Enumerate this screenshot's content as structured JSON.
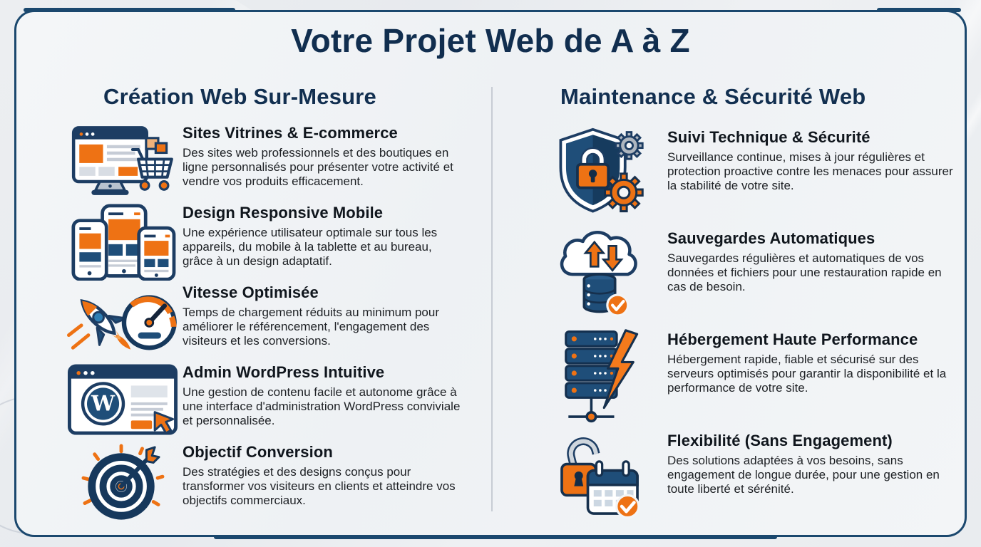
{
  "page_title": "Votre Projet Web de A à Z",
  "columns": [
    {
      "heading": "Création Web Sur-Mesure",
      "items": [
        {
          "icon": "monitor-cart",
          "title": "Sites Vitrines & E-commerce",
          "description": "Des sites web professionnels et des boutiques en ligne personnalisés pour présenter votre activité et vendre vos produits efficacement."
        },
        {
          "icon": "responsive-devices",
          "title": "Design Responsive Mobile",
          "description": "Une expérience utilisateur optimale sur tous les appareils, du mobile à la tablette et au bureau, grâce à un design adaptatif."
        },
        {
          "icon": "rocket-speedometer",
          "title": "Vitesse Optimisée",
          "description": "Temps de chargement réduits au minimum pour améliorer le référencement, l'engagement des visiteurs et les conversions."
        },
        {
          "icon": "wordpress-admin",
          "title": "Admin WordPress Intuitive",
          "description": "Une gestion de contenu facile et autonome grâce à une interface d'administration WordPress conviviale et personnalisée."
        },
        {
          "icon": "target-arrow",
          "title": "Objectif Conversion",
          "description": "Des stratégies et des designs conçus pour transformer vos visiteurs en clients et atteindre vos objectifs commerciaux."
        }
      ]
    },
    {
      "heading": "Maintenance & Sécurité Web",
      "items": [
        {
          "icon": "shield-lock-gears",
          "title": "Suivi Technique & Sécurité",
          "description": "Surveillance continue, mises à jour régulières et protection proactive contre les menaces pour assurer la stabilité de votre site."
        },
        {
          "icon": "cloud-backup",
          "title": "Sauvegardes Automatiques",
          "description": "Sauvegardes régulières et automatiques de vos données et fichiers pour une restauration rapide en cas de besoin."
        },
        {
          "icon": "server-lightning",
          "title": "Hébergement Haute Performance",
          "description": "Hébergement rapide, fiable et sécurisé sur des serveurs optimisés pour garantir la disponibilité et la performance de votre site."
        },
        {
          "icon": "lock-calendar",
          "title": "Flexibilité (Sans Engagement)",
          "description": "Des solutions adaptées à vos besoins, sans engagement de longue durée, pour une gestion en toute liberté et sérénité."
        }
      ]
    }
  ],
  "colors": {
    "heading_navy": "#122f50",
    "accent_orange": "#ee7214",
    "card_border": "#1b486e",
    "divider": "#c7ccd4"
  }
}
